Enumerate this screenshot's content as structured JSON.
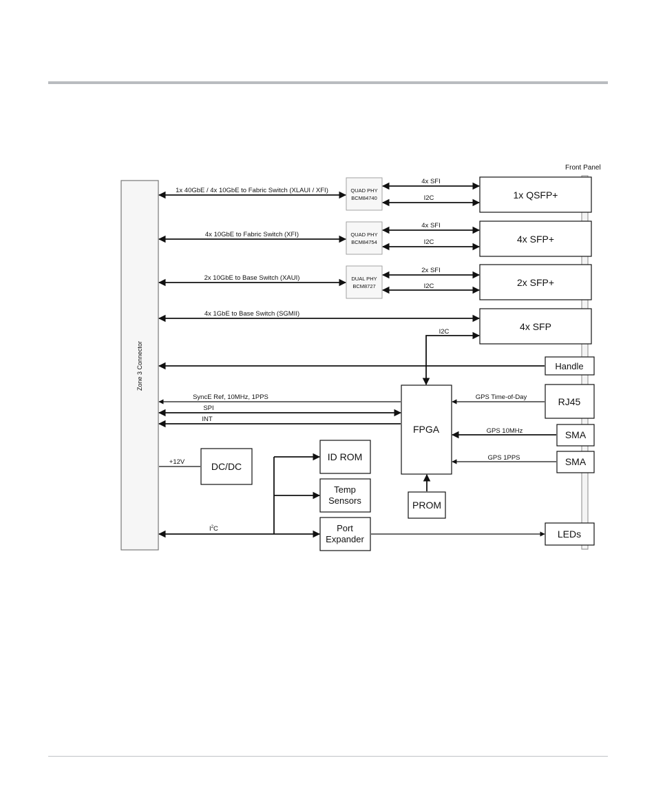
{
  "front_panel_label": "Front Panel",
  "zone3_label": "Zone 3 Connector",
  "phys": [
    {
      "line1": "QUAD PHY",
      "line2": "BCM84740"
    },
    {
      "line1": "QUAD PHY",
      "line2": "BCM84754"
    },
    {
      "line1": "DUAL PHY",
      "line2": "BCM8727"
    }
  ],
  "ports": {
    "qsfp": "1x QSFP+",
    "sfpplus4": "4x SFP+",
    "sfpplus2": "2x SFP+",
    "sfp4": "4x SFP",
    "handle": "Handle",
    "rj45": "RJ45",
    "sma1": "SMA",
    "sma2": "SMA",
    "leds": "LEDs"
  },
  "blocks": {
    "fpga": "FPGA",
    "prom": "PROM",
    "dcdc": "DC/DC",
    "idrom": "ID ROM",
    "temp_line1": "Temp",
    "temp_line2": "Sensors",
    "port_line1": "Port",
    "port_line2": "Expander"
  },
  "signals": {
    "link1": "1x 40GbE / 4x 10GbE to Fabric Switch (XLAUI / XFI)",
    "link2": "4x 10GbE to Fabric Switch (XFI)",
    "link3": "2x 10GbE to Base Switch (XAUI)",
    "link4": "4x 1GbE to Base Switch (SGMII)",
    "sfi1": "4x SFI",
    "i2c1": "I2C",
    "sfi2": "4x SFI",
    "i2c2": "I2C",
    "sfi3": "2x SFI",
    "i2c3": "I2C",
    "i2c4": "I2C",
    "synce": "SyncE Ref, 10MHz, 1PPS",
    "spi": "SPI",
    "int": "INT",
    "gps_tod": "GPS Time-of-Day",
    "gps_10mhz": "GPS 10MHz",
    "gps_1pps": "GPS 1PPS",
    "v12": "+12V",
    "i2c_main": "I",
    "i2c_main_sup": "2",
    "i2c_main_tail": "C"
  }
}
